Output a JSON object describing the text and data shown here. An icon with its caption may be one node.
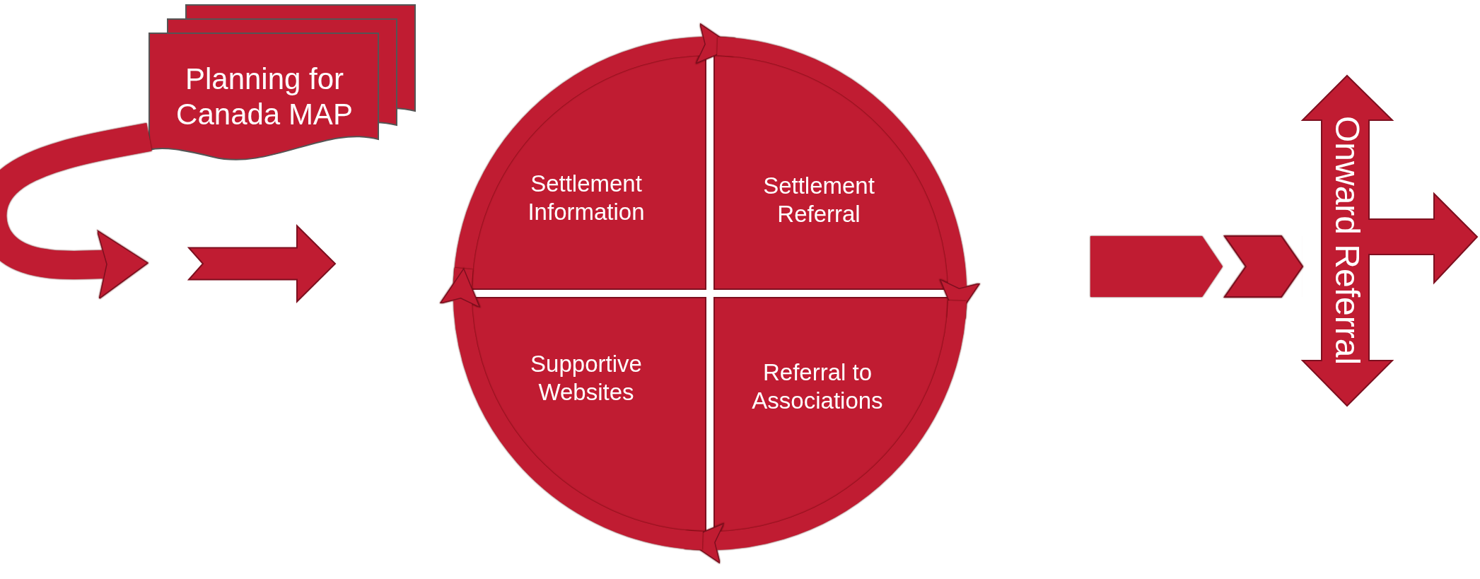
{
  "diagram": {
    "nodes": [
      {
        "text": [
          "Planning for Canada MAP"
        ]
      },
      {
        "text": [
          "Settlement Information"
        ]
      },
      {
        "text": [
          "Settlement Referral"
        ]
      },
      {
        "text": [
          "Supportive Websites"
        ]
      },
      {
        "text": [
          "Referral to Associations"
        ]
      },
      {
        "text": [
          "Onward Referral"
        ]
      }
    ],
    "edges": [
      {
        "from": 0,
        "to": null,
        "arrow": "to"
      },
      {
        "from": 1,
        "to": 2,
        "arrow": "to"
      },
      {
        "from": 2,
        "to": 4,
        "arrow": "to"
      },
      {
        "from": 4,
        "to": 3,
        "arrow": "to"
      },
      {
        "from": 3,
        "to": 1,
        "arrow": "to"
      },
      {
        "from": null,
        "to": 5,
        "arrow": "to",
        "style": "thick"
      }
    ]
  }
}
